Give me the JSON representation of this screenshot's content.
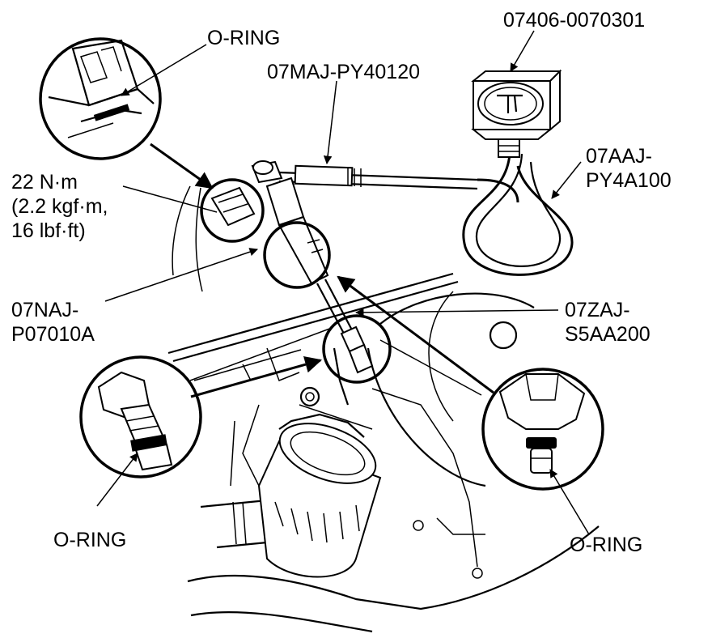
{
  "figure": {
    "labels": {
      "oring_top": "O-RING",
      "gauge_part": "07406-0070301",
      "hose_part": "07MAJ-PY40120",
      "hose_loop_part": [
        "07AAJ-",
        "PY4A100"
      ],
      "torque": [
        "22 N·m",
        "(2.2 kgf·m,",
        "16 lbf·ft)"
      ],
      "adapter_left": [
        "07NAJ-",
        "P07010A"
      ],
      "adapter_right": [
        "07ZAJ-",
        "S5AA200"
      ],
      "oring_bottom_left": "O-RING",
      "oring_bottom_right": "O-RING"
    },
    "colors": {
      "ink": "#000000",
      "paper": "#ffffff"
    }
  }
}
